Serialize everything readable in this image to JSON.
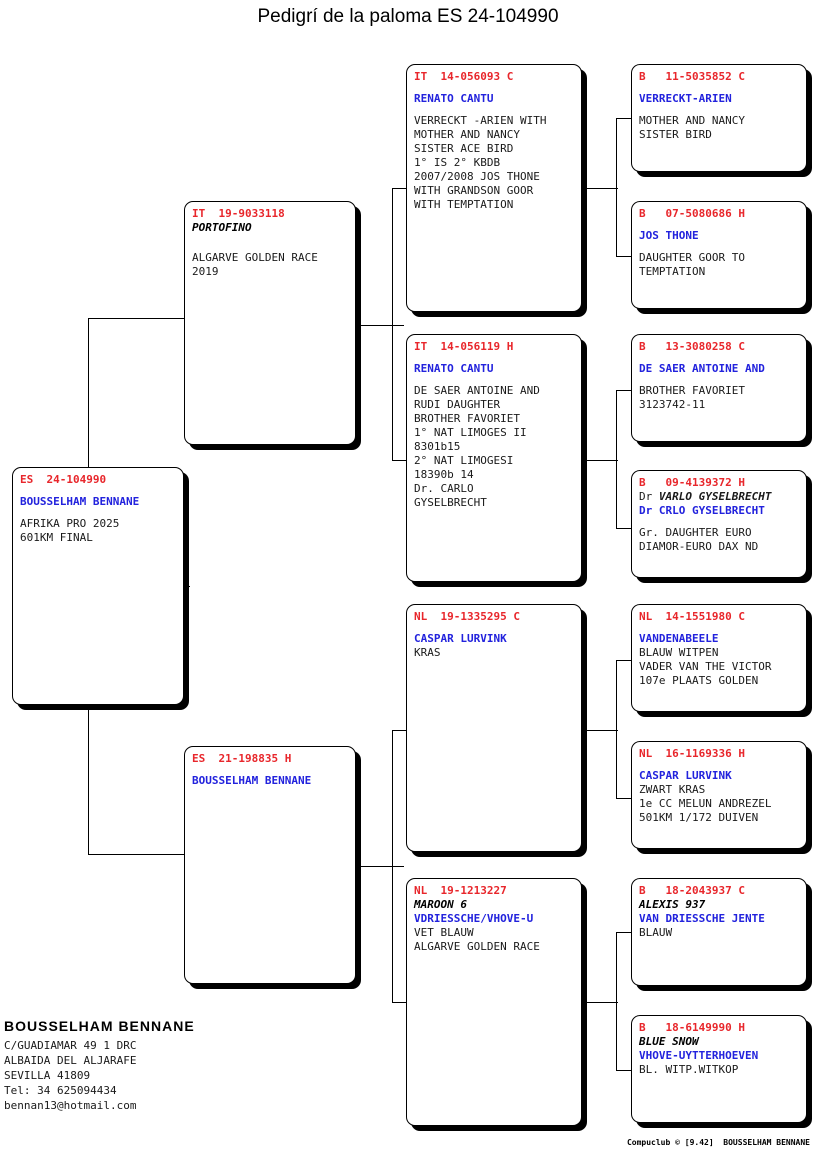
{
  "title": "Pedigrí de la paloma ES  24-104990",
  "footer": "Compuclub © [9.42]  BOUSSELHAM BENNANE",
  "owner": {
    "name": "BOUSSELHAM BENNANE",
    "address1": "C/GUADIAMAR 49 1 DRC",
    "address2": "ALBAIDA DEL ALJARAFE",
    "address3": "SEVILLA 41809",
    "phone": "Tel: 34 625094434",
    "email": "bennan13@hotmail.com"
  },
  "pedigree": {
    "subject": {
      "reg": "ES  24-104990",
      "lines": [
        {
          "text": "",
          "style": "gap"
        },
        {
          "text": "BOUSSELHAM BENNANE",
          "style": "blue"
        },
        {
          "text": "",
          "style": "gap"
        },
        {
          "text": "AFRIKA PRO 2025",
          "style": "plain"
        },
        {
          "text": "601KM FINAL",
          "style": "plain"
        }
      ]
    },
    "sire": {
      "reg": "IT  19-9033118",
      "lines": [
        {
          "text": "PORTOFINO",
          "style": "ital"
        },
        {
          "text": "",
          "style": "gap"
        },
        {
          "text": "",
          "style": "gap"
        },
        {
          "text": "ALGARVE GOLDEN RACE",
          "style": "plain"
        },
        {
          "text": "2019",
          "style": "plain"
        }
      ]
    },
    "dam": {
      "reg": "ES  21-198835 H",
      "lines": [
        {
          "text": "",
          "style": "gap"
        },
        {
          "text": "BOUSSELHAM BENNANE",
          "style": "blue"
        }
      ]
    },
    "gen3": [
      {
        "reg": "IT  14-056093 C",
        "lines": [
          {
            "text": "",
            "style": "gap"
          },
          {
            "text": "RENATO CANTU",
            "style": "blue"
          },
          {
            "text": "",
            "style": "gap"
          },
          {
            "text": "VERRECKT -ARIEN WITH",
            "style": "plain"
          },
          {
            "text": "MOTHER AND NANCY",
            "style": "plain"
          },
          {
            "text": "SISTER ACE BIRD",
            "style": "plain"
          },
          {
            "text": "1° IS 2° KBDB",
            "style": "plain"
          },
          {
            "text": "2007/2008 JOS THONE",
            "style": "plain"
          },
          {
            "text": "WITH GRANDSON GOOR",
            "style": "plain"
          },
          {
            "text": "WITH TEMPTATION",
            "style": "plain"
          }
        ]
      },
      {
        "reg": "IT  14-056119 H",
        "lines": [
          {
            "text": "",
            "style": "gap"
          },
          {
            "text": "RENATO CANTU",
            "style": "blue"
          },
          {
            "text": "",
            "style": "gap"
          },
          {
            "text": "DE SAER ANTOINE AND",
            "style": "plain"
          },
          {
            "text": "RUDI DAUGHTER",
            "style": "plain"
          },
          {
            "text": "BROTHER FAVORIET",
            "style": "plain"
          },
          {
            "text": "1° NAT LIMOGES II",
            "style": "plain"
          },
          {
            "text": "8301b15",
            "style": "plain"
          },
          {
            "text": "2° NAT LIMOGESI",
            "style": "plain"
          },
          {
            "text": "18390b 14",
            "style": "plain"
          },
          {
            "text": "Dr. CARLO",
            "style": "plain"
          },
          {
            "text": "GYSELBRECHT",
            "style": "plain"
          }
        ]
      },
      {
        "reg": "NL  19-1335295 C",
        "lines": [
          {
            "text": "",
            "style": "gap"
          },
          {
            "text": "CASPAR LURVINK",
            "style": "blue"
          },
          {
            "text": "KRAS",
            "style": "plain"
          }
        ]
      },
      {
        "reg": "NL  19-1213227",
        "lines": [
          {
            "text": "MAROON 6",
            "style": "ital"
          },
          {
            "text": "VDRIESSCHE/VHOVE-U",
            "style": "blue"
          },
          {
            "text": "VET BLAUW",
            "style": "plain"
          },
          {
            "text": "ALGARVE GOLDEN RACE",
            "style": "plain"
          }
        ]
      }
    ],
    "gen4": [
      {
        "reg": "B   11-5035852 C",
        "lines": [
          {
            "text": "",
            "style": "gap"
          },
          {
            "text": "VERRECKT-ARIEN",
            "style": "blue"
          },
          {
            "text": "",
            "style": "gap"
          },
          {
            "text": "MOTHER AND NANCY",
            "style": "plain"
          },
          {
            "text": "SISTER BIRD",
            "style": "plain"
          }
        ]
      },
      {
        "reg": "B   07-5080686 H",
        "lines": [
          {
            "text": "",
            "style": "gap"
          },
          {
            "text": "JOS THONE",
            "style": "blue"
          },
          {
            "text": "",
            "style": "gap"
          },
          {
            "text": "DAUGHTER GOOR TO",
            "style": "plain"
          },
          {
            "text": "TEMPTATION",
            "style": "plain"
          }
        ]
      },
      {
        "reg": "B   13-3080258 C",
        "lines": [
          {
            "text": "",
            "style": "gap"
          },
          {
            "text": "DE SAER ANTOINE AND",
            "style": "blue"
          },
          {
            "text": "",
            "style": "gap"
          },
          {
            "text": "BROTHER FAVORIET",
            "style": "plain"
          },
          {
            "text": "3123742-11",
            "style": "plain"
          }
        ]
      },
      {
        "reg": "B   09-4139372 H",
        "lines": [
          {
            "text": "Dr VARLO GYSELBRECHT",
            "style": "ital-dr"
          },
          {
            "text": "Dr CRLO GYSELBRECHT",
            "style": "blue"
          },
          {
            "text": "",
            "style": "gap"
          },
          {
            "text": "Gr. DAUGHTER EURO",
            "style": "plain"
          },
          {
            "text": "DIAMOR-EURO DAX ND",
            "style": "plain"
          }
        ]
      },
      {
        "reg": "NL  14-1551980 C",
        "lines": [
          {
            "text": "",
            "style": "gap"
          },
          {
            "text": "VANDENABEELE",
            "style": "blue"
          },
          {
            "text": "BLAUW WITPEN",
            "style": "plain"
          },
          {
            "text": "VADER VAN THE VICTOR",
            "style": "plain"
          },
          {
            "text": "107e PLAATS GOLDEN",
            "style": "plain"
          }
        ]
      },
      {
        "reg": "NL  16-1169336 H",
        "lines": [
          {
            "text": "",
            "style": "gap"
          },
          {
            "text": "CASPAR LURVINK",
            "style": "blue"
          },
          {
            "text": "ZWART KRAS",
            "style": "plain"
          },
          {
            "text": "1e CC MELUN ANDREZEL",
            "style": "plain"
          },
          {
            "text": "501KM 1/172 DUIVEN",
            "style": "plain"
          }
        ]
      },
      {
        "reg": "B   18-2043937 C",
        "lines": [
          {
            "text": "ALEXIS 937",
            "style": "ital"
          },
          {
            "text": "VAN DRIESSCHE JENTE",
            "style": "blue"
          },
          {
            "text": "BLAUW",
            "style": "plain"
          }
        ]
      },
      {
        "reg": "B   18-6149990 H",
        "lines": [
          {
            "text": "BLUE SNOW",
            "style": "ital"
          },
          {
            "text": "VHOVE-UYTTERHOEVEN",
            "style": "blue"
          },
          {
            "text": "BL. WITP.WITKOP",
            "style": "plain"
          }
        ]
      }
    ]
  },
  "colors": {
    "registration": "#e8262b",
    "breeder": "#2222dd",
    "text": "#1a1a1a",
    "line": "#000000"
  }
}
